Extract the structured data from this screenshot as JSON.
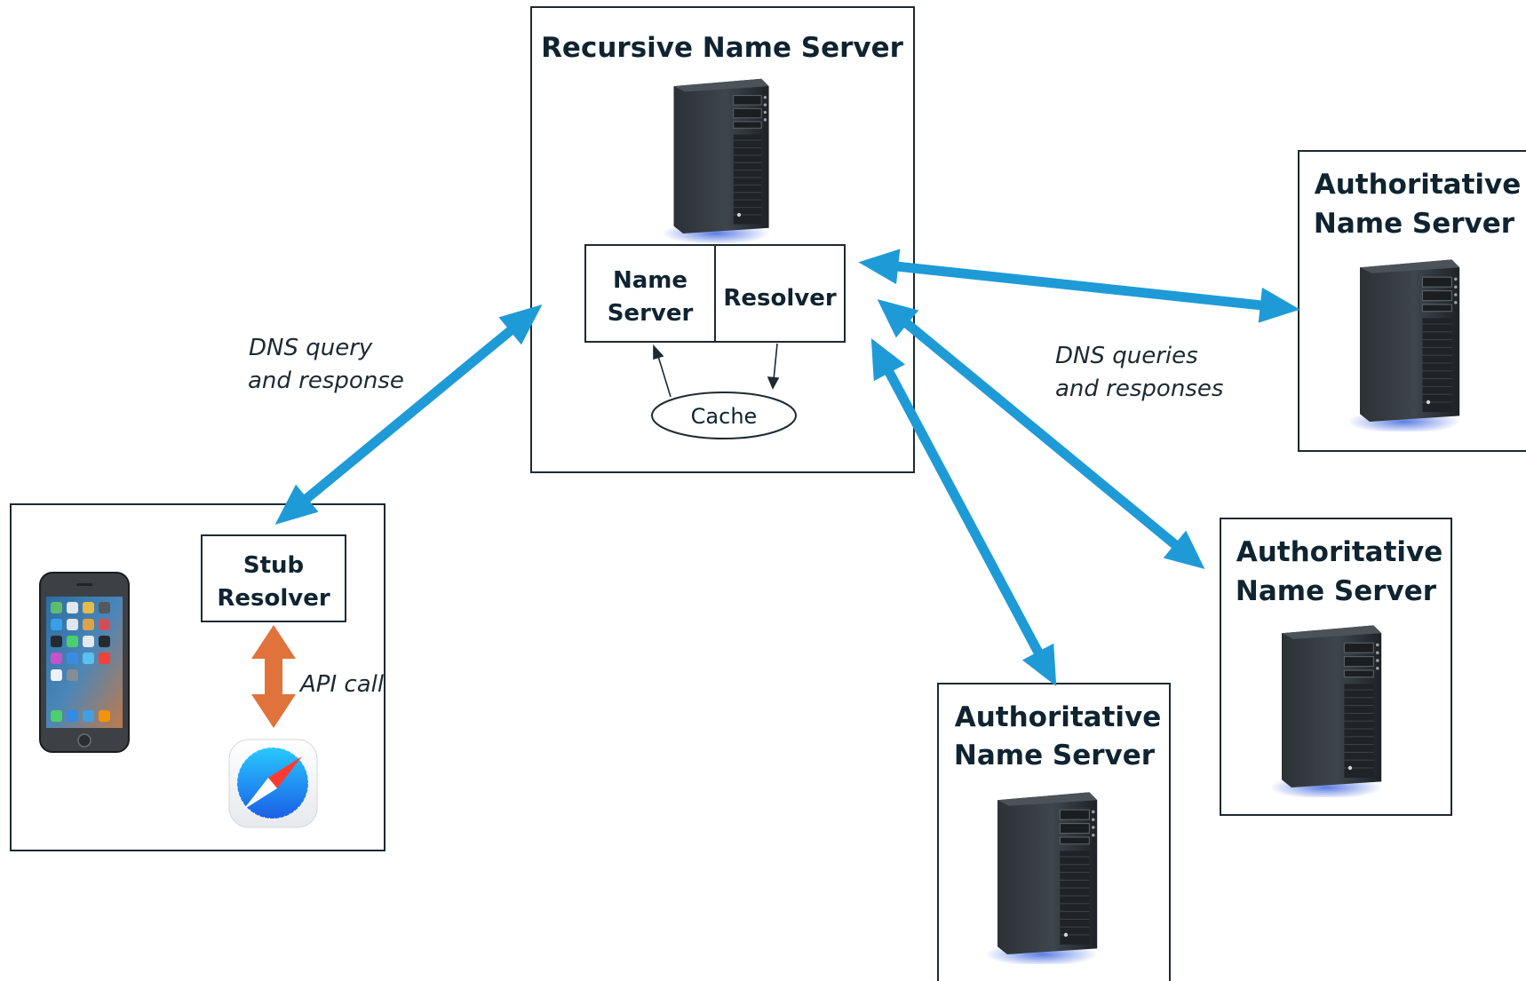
{
  "diagram": {
    "recursive_server": {
      "title": "Recursive Name Server",
      "name_server": [
        "Name",
        "Server"
      ],
      "resolver": "Resolver",
      "cache": "Cache"
    },
    "stub": {
      "line1": "Stub",
      "line2": "Resolver",
      "api_label": "API call"
    },
    "labels": {
      "dns_query_1": "DNS query",
      "dns_query_2": "and response",
      "dns_queries_1": "DNS queries",
      "dns_queries_2": "and responses"
    },
    "authoritative": [
      {
        "line1": "Authoritative",
        "line2": "Name Server"
      },
      {
        "line1": "Authoritative",
        "line2": "Name Server"
      },
      {
        "line1": "Authoritative",
        "line2": "Name Server"
      }
    ]
  },
  "colors": {
    "blue_arrow": "#1e9bd7",
    "orange_arrow": "#e0733b",
    "stroke": "#1d2a33"
  }
}
